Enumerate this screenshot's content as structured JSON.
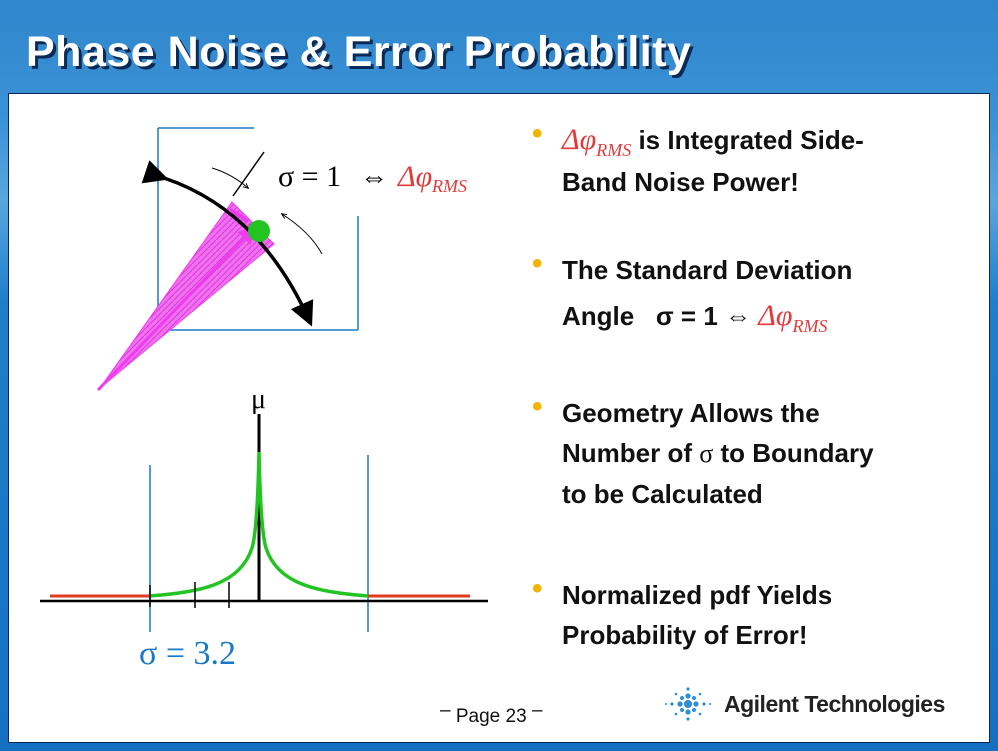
{
  "slide": {
    "title": "Phase Noise & Error Probability",
    "page_label": "Page 23",
    "brand": "Agilent Technologies"
  },
  "diagram": {
    "sigma_label_lhs": "σ = 1",
    "iff": "⇔",
    "delta_phi": "Δφ",
    "rms_sub": "RMS",
    "mu_label": "μ",
    "sigma_value_label": "σ = 3.2",
    "colors": {
      "wedge": "#f03cf0",
      "curve": "#22c422",
      "baseline": "#e13b22",
      "box": "#1a78c8",
      "label_red": "#e23a3a",
      "label_blue": "#1a78c8",
      "dot": "#22c422"
    }
  },
  "bullets": [
    {
      "math": "Δφ",
      "sub": "RMS",
      "text1": " is Integrated Side-",
      "text2": "Band Noise Power!"
    },
    {
      "line1": "The Standard Deviation",
      "line2_prefix": "Angle",
      "sigma_eq": "σ = 1",
      "iff": "⇔",
      "math": "Δφ",
      "sub": "RMS"
    },
    {
      "line1": "Geometry Allows the",
      "line2": "Number of",
      "sigma": "σ",
      "line2_suffix": "to Boundary",
      "line3": "to be Calculated"
    },
    {
      "line1": "Normalized pdf Yields",
      "line2": "Probability of Error!"
    }
  ]
}
